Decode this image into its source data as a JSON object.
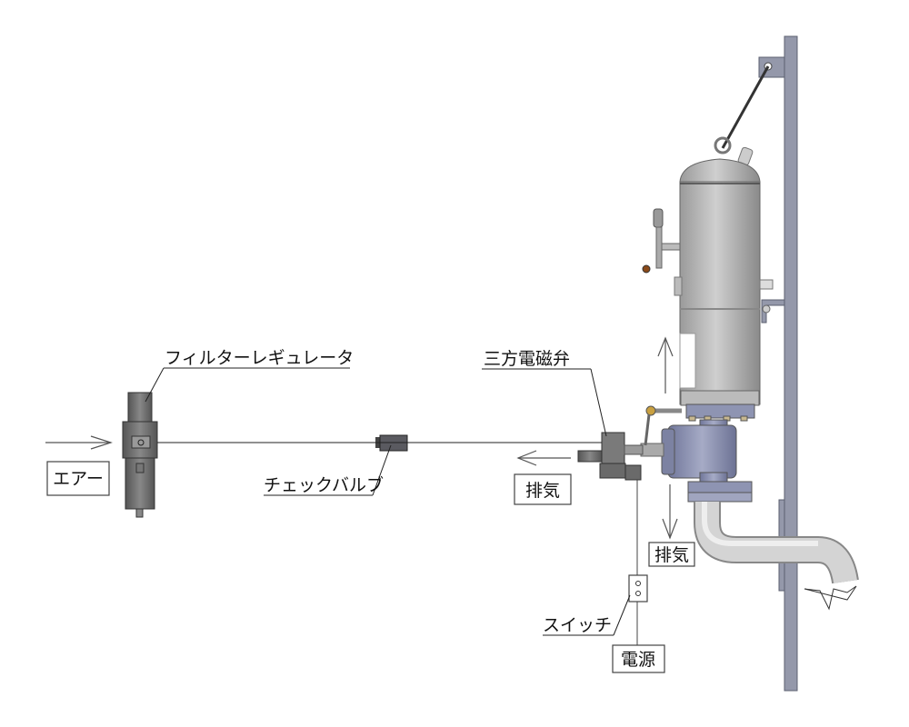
{
  "labels": {
    "filter_regulator": "フィルターレギュレータ",
    "air": "エアー",
    "check_valve": "チェックバルブ",
    "solenoid_valve": "三方電磁弁",
    "exhaust_left": "排気",
    "exhaust_down": "排気",
    "switch": "スイッチ",
    "power": "電源"
  },
  "colors": {
    "tank": "#b8b8b8",
    "valve": "#8e94b2",
    "wall": "#9498aa",
    "component": "#6e6e6e"
  }
}
